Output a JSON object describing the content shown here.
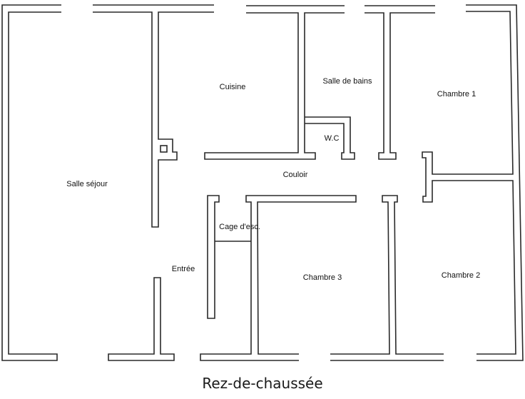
{
  "plan": {
    "title": "Rez-de-chaussée",
    "wall_color": "#2a2a2a",
    "rooms": {
      "salle_sejour": "Salle séjour",
      "cuisine": "Cuisine",
      "salle_de_bains": "Salle de bains",
      "wc": "W.C",
      "chambre_1": "Chambre 1",
      "couloir": "Couloir",
      "cage_escalier": "Cage d'esc.",
      "entree": "Entrée",
      "chambre_3": "Chambre 3",
      "chambre_2": "Chambre 2"
    }
  }
}
